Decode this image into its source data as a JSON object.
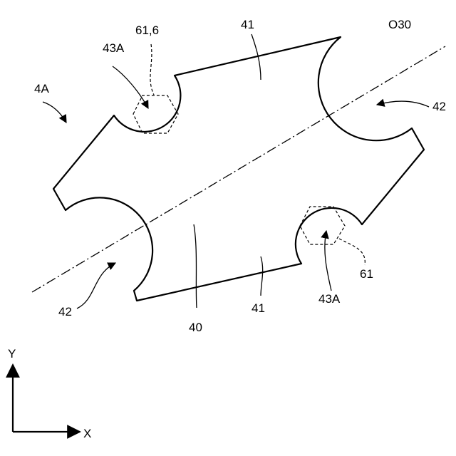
{
  "labels": {
    "4a": "4A",
    "43a_upper": "43A",
    "61_6": "61,6",
    "41_upper": "41",
    "o30": "O30",
    "42_right": "42",
    "42_left": "42",
    "40": "40",
    "41_lower": "41",
    "43a_lower": "43A",
    "61": "61"
  },
  "axes": {
    "y": "Y",
    "x": "X"
  }
}
